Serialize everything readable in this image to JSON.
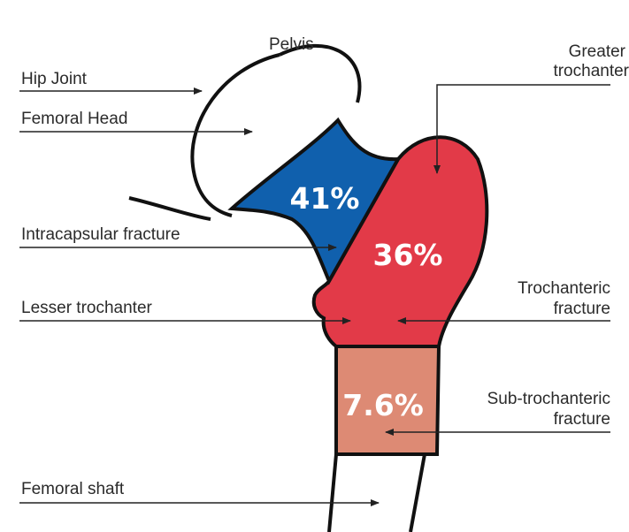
{
  "labels": {
    "pelvis": "Pelvis",
    "hip_joint": "Hip Joint",
    "femoral_head": "Femoral Head",
    "greater_trochanter_1": "Greater",
    "greater_trochanter_2": "trochanter",
    "intracapsular_fracture": "Intracapsular fracture",
    "lesser_trochanter": "Lesser trochanter",
    "trochanteric_fracture_1": "Trochanteric",
    "trochanteric_fracture_2": "fracture",
    "subtrochanteric_fracture_1": "Sub-trochanteric",
    "subtrochanteric_fracture_2": "fracture",
    "femoral_shaft": "Femoral shaft"
  },
  "percentages": {
    "intracapsular": "41%",
    "trochanteric": "36%",
    "subtrochanteric": "7.6%"
  },
  "colors": {
    "intracapsular": "#1060ad",
    "trochanteric": "#e23a48",
    "subtrochanteric": "#dd8a74",
    "outline": "#111111",
    "line": "#222222"
  }
}
